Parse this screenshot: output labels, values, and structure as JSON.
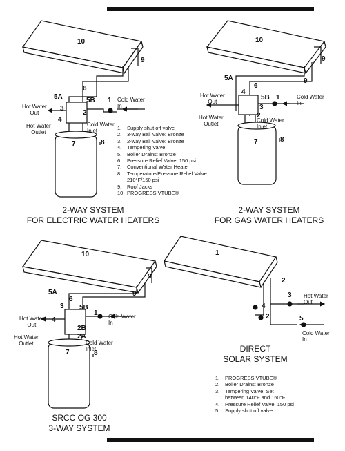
{
  "panels": {
    "electric": {
      "collector_num": "10",
      "numbers": {
        "n9": "9",
        "n5a": "5A",
        "n6": "6",
        "n5b": "5B",
        "n3": "3",
        "n1": "1",
        "n4": "4",
        "n2": "2",
        "n7": "7",
        "n8": "8"
      },
      "labels": {
        "hot_water_out": "Hot Water\nOut",
        "cold_water_in": "Cold Water\nIn",
        "hot_water_outlet": "Hot Water\nOutlet",
        "cold_water_inlet": "Cold Water\nInlet"
      },
      "title_line1": "2-WAY SYSTEM",
      "title_line2": "FOR ELECTRIC WATER HEATERS"
    },
    "gas": {
      "collector_num": "10",
      "numbers": {
        "n9a": "9",
        "n9b": "9",
        "n5a": "5A",
        "n6": "6",
        "n4": "4",
        "n5b": "5B",
        "n1": "1",
        "n3": "3",
        "n2": "2",
        "n7": "7",
        "n8": "8"
      },
      "labels": {
        "hot_water_out": "Hot Water\nOut",
        "cold_water_in": "Cold Water\nIn",
        "hot_water_outlet": "Hot Water\nOutlet",
        "cold_water_inlet": "Cold Water\nInlet"
      },
      "title_line1": "2-WAY SYSTEM",
      "title_line2": "FOR GAS WATER HEATERS"
    },
    "srcc": {
      "collector_num": "10",
      "numbers": {
        "n9a": "9",
        "n9b": "9",
        "n5a": "5A",
        "n6": "6",
        "n3": "3",
        "n5b": "5B",
        "n1": "1",
        "n4": "4",
        "n2b": "2B",
        "n2a": "2A",
        "n7": "7",
        "n8": "8"
      },
      "labels": {
        "hot_water_out": "Hot Water\nOut",
        "cold_water_in": "Cold Water\nIn",
        "hot_water_outlet": "Hot Water\nOutlet",
        "cold_water_inlet": "Cold Water\nInlet"
      },
      "title_line1": "SRCC OG 300",
      "title_line2": "3-WAY SYSTEM"
    },
    "direct": {
      "collector_num": "1",
      "numbers": {
        "n2a": "2",
        "n3": "3",
        "n4": "4",
        "n2b": "2",
        "n5": "5"
      },
      "labels": {
        "hot_water_out": "Hot Water\nOut",
        "cold_water_in": "Cold Water\nIn"
      },
      "title_line1": "DIRECT",
      "title_line2": "SOLAR SYSTEM"
    }
  },
  "legend_main": [
    {
      "n": "1.",
      "t": "Supply shut off valve"
    },
    {
      "n": "2.",
      "t": "3-way Ball Valve: Bronze"
    },
    {
      "n": "3.",
      "t": "2-way Ball Valve: Bronze"
    },
    {
      "n": "4.",
      "t": "Tempering Valve"
    },
    {
      "n": "5.",
      "t": "Boiler Drains: Bronze"
    },
    {
      "n": "6.",
      "t": "Pressure Relief Valve: 150 psi"
    },
    {
      "n": "7.",
      "t": "Conventional Water Heater"
    },
    {
      "n": "8.",
      "t": "Temperature/Pressure Relief Valve:"
    },
    {
      "n": "",
      "t": "210°F/150 psi"
    },
    {
      "n": "9.",
      "t": "Roof Jacks"
    },
    {
      "n": "10.",
      "t": "PROGRESSIVTUBE®"
    }
  ],
  "legend_direct": [
    {
      "n": "1.",
      "t": "PROGRESSIVTUBE®"
    },
    {
      "n": "2.",
      "t": "Boiler Drains: Bronze"
    },
    {
      "n": "3.",
      "t": "Tempering Valve: Set"
    },
    {
      "n": "",
      "t": "between 140°F and 160°F"
    },
    {
      "n": "4.",
      "t": "Pressure Relief Valve: 150 psi"
    },
    {
      "n": "5.",
      "t": "Supply shut off valve."
    }
  ]
}
